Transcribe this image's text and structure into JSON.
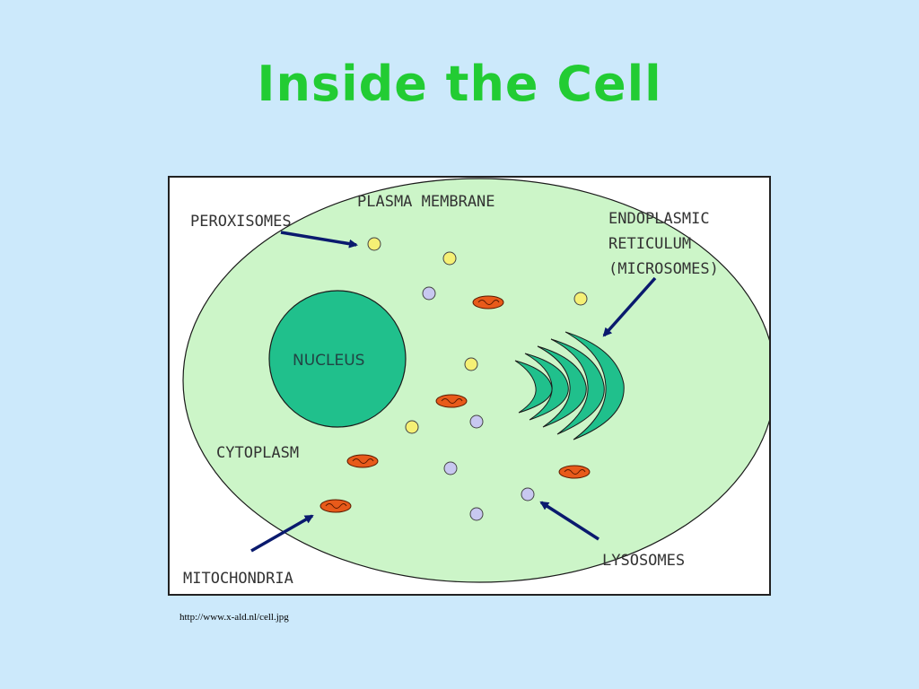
{
  "title": "Inside the Cell",
  "source": "http://www.x-ald.nl/cell.jpg",
  "diagram": {
    "labels": {
      "plasma_membrane": "PLASMA MEMBRANE",
      "peroxisomes": "PEROXISOMES",
      "er_line1": "ENDOPLASMIC",
      "er_line2": "RETICULUM",
      "er_line3": "(MICROSOMES)",
      "nucleus": "NUCLEUS",
      "cytoplasm": "CYTOPLASM",
      "mitochondria": "MITOCHONDRIA",
      "lysosomes": "LYSOSOMES"
    },
    "colors": {
      "cytoplasm_fill": "#ccf5c8",
      "nucleus_fill": "#20c08c",
      "er_fill": "#20c08c",
      "peroxisome_fill": "#f5f075",
      "lysosome_fill": "#c8c8f0",
      "mitochondria_fill": "#e85a1a",
      "arrow_color": "#0a1a6e"
    }
  }
}
